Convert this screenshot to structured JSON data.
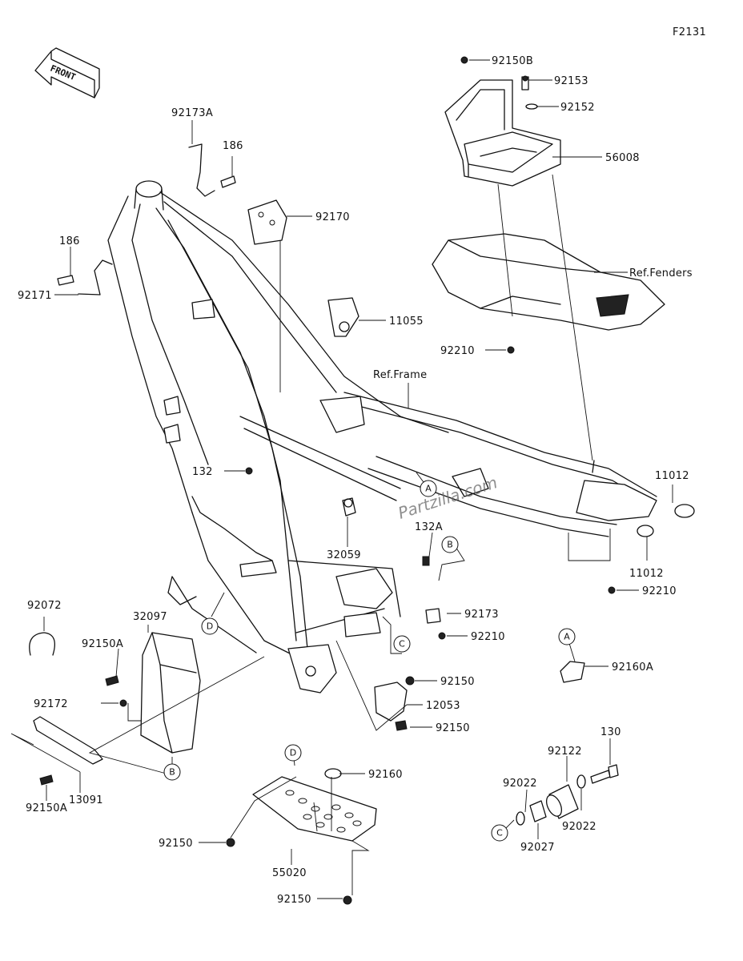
{
  "figure_code": "F2131",
  "front_label": "FRONT",
  "watermark": "Partzilla.com",
  "ref_labels": [
    "Ref.Fenders",
    "Ref.Frame"
  ],
  "part_labels": {
    "p92150B": "92150B",
    "p92153": "92153",
    "p92152": "92152",
    "p56008": "56008",
    "p92173A": "92173A",
    "p186a": "186",
    "p92170": "92170",
    "p186b": "186",
    "p92171": "92171",
    "p11055": "11055",
    "p92210a": "92210",
    "p11012a": "11012",
    "p132": "132",
    "p132A": "132A",
    "p32059": "32059",
    "p11012b": "11012",
    "p92210b": "92210",
    "p92072": "92072",
    "p32097": "32097",
    "p92150A_a": "92150A",
    "p92173": "92173",
    "p92210c": "92210",
    "p92160A": "92160A",
    "p92150_a": "92150",
    "p12053": "12053",
    "p92172": "92172",
    "p92150_b": "92150",
    "p13091": "13091",
    "p92150A_b": "92150A",
    "p130": "130",
    "p92122": "92122",
    "p92022a": "92022",
    "p92160": "92160",
    "p92150_c": "92150",
    "p92022b": "92022",
    "p92027": "92027",
    "p55020": "55020",
    "p92150_d": "92150"
  },
  "callouts": {
    "A1": "A",
    "A2": "A",
    "B1": "B",
    "B2": "B",
    "C1": "C",
    "C2": "C",
    "D1": "D",
    "D2": "D"
  }
}
